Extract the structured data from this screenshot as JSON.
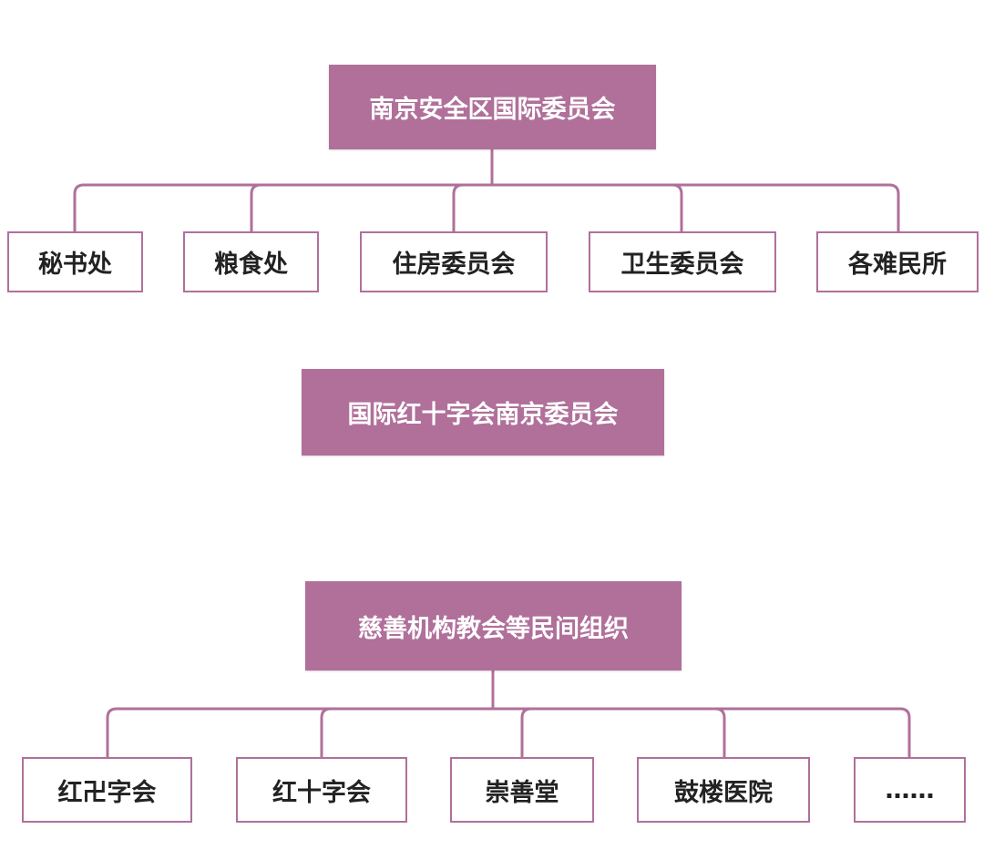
{
  "theme": {
    "accent": "#b0709a",
    "head_text": "#ffffff",
    "child_text": "#222222",
    "background": "#ffffff"
  },
  "groups": [
    {
      "title": "南京安全区国际委员会",
      "children": [
        "秘书处",
        "粮食处",
        "住房委员会",
        "卫生委员会",
        "各难民所"
      ]
    },
    {
      "title": "国际红十字会南京委员会",
      "children": []
    },
    {
      "title": "慈善机构教会等民间组织",
      "children": [
        "红卍字会",
        "红十字会",
        "崇善堂",
        "鼓楼医院",
        "……"
      ]
    }
  ]
}
